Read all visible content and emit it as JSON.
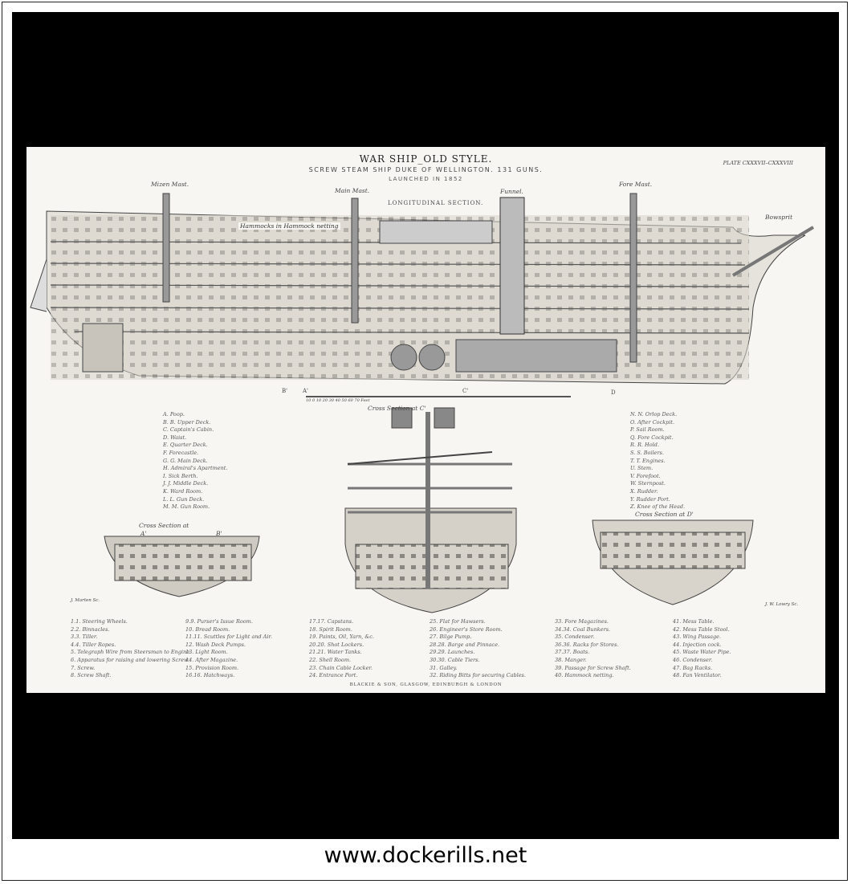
{
  "plate": {
    "title": "WAR SHIP_OLD STYLE.",
    "subtitle": "SCREW STEAM SHIP DUKE OF WELLINGTON. 131 GUNS.",
    "launched": "LAUNCHED IN 1852",
    "plate_number": "PLATE CXXXVII–CXXXVIII",
    "section_label": "LONGITUDINAL SECTION.",
    "mast_labels": {
      "mizen": "Mizen Mast.",
      "main": "Main Mast.",
      "funnel": "Funnel.",
      "fore": "Fore Mast.",
      "bowsprit": "Bowsprit",
      "hammocks": "Hammocks in Hammock netting"
    },
    "section_marks": {
      "b": "B'",
      "a": "A'",
      "c": "C'",
      "d": "D"
    },
    "scale": "10  0  10  20  30  40  50  60  70 Feet",
    "cross_sections": {
      "c": "Cross Section at C'",
      "ab": "Cross Section at",
      "a_mark": "A'",
      "b_mark": "B'",
      "d": "Cross Section at D'"
    },
    "engravers": {
      "left": "J. Marten Sc.",
      "right": "J. W. Lowry Sc."
    },
    "publisher": "BLACKIE & SON, GLASGOW, EDINBURGH & LONDON",
    "legend_letters_left": [
      "A. Poop.",
      "B. B. Upper Deck.",
      "C. Captain's Cabin.",
      "D. Waist.",
      "E. Quarter Deck.",
      "F. Forecastle.",
      "G. G. Main Deck.",
      "H. Admiral's Apartment.",
      "I. Sick Berth.",
      "J. J. Middle Deck.",
      "K. Ward Room.",
      "L. L. Gun Deck.",
      "M. M. Gun Room."
    ],
    "legend_letters_right": [
      "N. N. Orlop Deck.",
      "O. After Cockpit.",
      "P. Sail Room.",
      "Q. Fore Cockpit.",
      "R. R. Hold.",
      "S. S. Boilers.",
      "T. T. Engines.",
      "U. Stem.",
      "V. Forefoot.",
      "W. Sternpost.",
      "X. Rudder.",
      "Y. Rudder Port.",
      "Z. Knee of the Head."
    ],
    "legend_numbers": [
      [
        "1.1. Steering Wheels.",
        "2.2. Binnacles.",
        "3.3. Tiller.",
        "4.4. Tiller Ropes.",
        "5. Telegraph Wire from Steersman to Engine.",
        "6. Apparatus for raising and lowering Screw.",
        "7. Screw.",
        "8. Screw Shaft."
      ],
      [
        "9.9. Purser's Issue Room.",
        "10. Bread Room.",
        "11.11. Scuttles for Light and Air.",
        "12. Wash Deck Pumps.",
        "13. Light Room.",
        "14. After Magazine.",
        "15. Provision Room.",
        "16.16. Hatchways."
      ],
      [
        "17.17. Capstans.",
        "18. Spirit Room.",
        "19. Paints, Oil, Yarn, &c.",
        "20.20. Shot Lockers.",
        "21.21. Water Tanks.",
        "22. Shell Room.",
        "23. Chain Cable Locker.",
        "24. Entrance Port."
      ],
      [
        "25. Flat for Hawsers.",
        "26. Engineer's Store Room.",
        "27. Bilge Pump.",
        "28.28. Barge and Pinnace.",
        "29.29. Launches.",
        "30.30. Cable Tiers.",
        "31. Galley.",
        "32. Riding Bitts for securing Cables."
      ],
      [
        "33. Fore Magazines.",
        "34.34. Coal Bunkers.",
        "35. Condenser.",
        "36.36. Racks for Stores.",
        "37.37. Boats.",
        "38. Manger.",
        "39. Passage for Screw Shaft.",
        "40. Hammock netting."
      ],
      [
        "41. Mess Table.",
        "42. Mess Table Stool.",
        "43. Wing Passage.",
        "44. Injection cock.",
        "45. Waste Water Pipe.",
        "46. Condenser.",
        "47. Bag Racks.",
        "48. Fan Ventilator."
      ]
    ]
  },
  "footer": {
    "website": "www.dockerills.net"
  }
}
